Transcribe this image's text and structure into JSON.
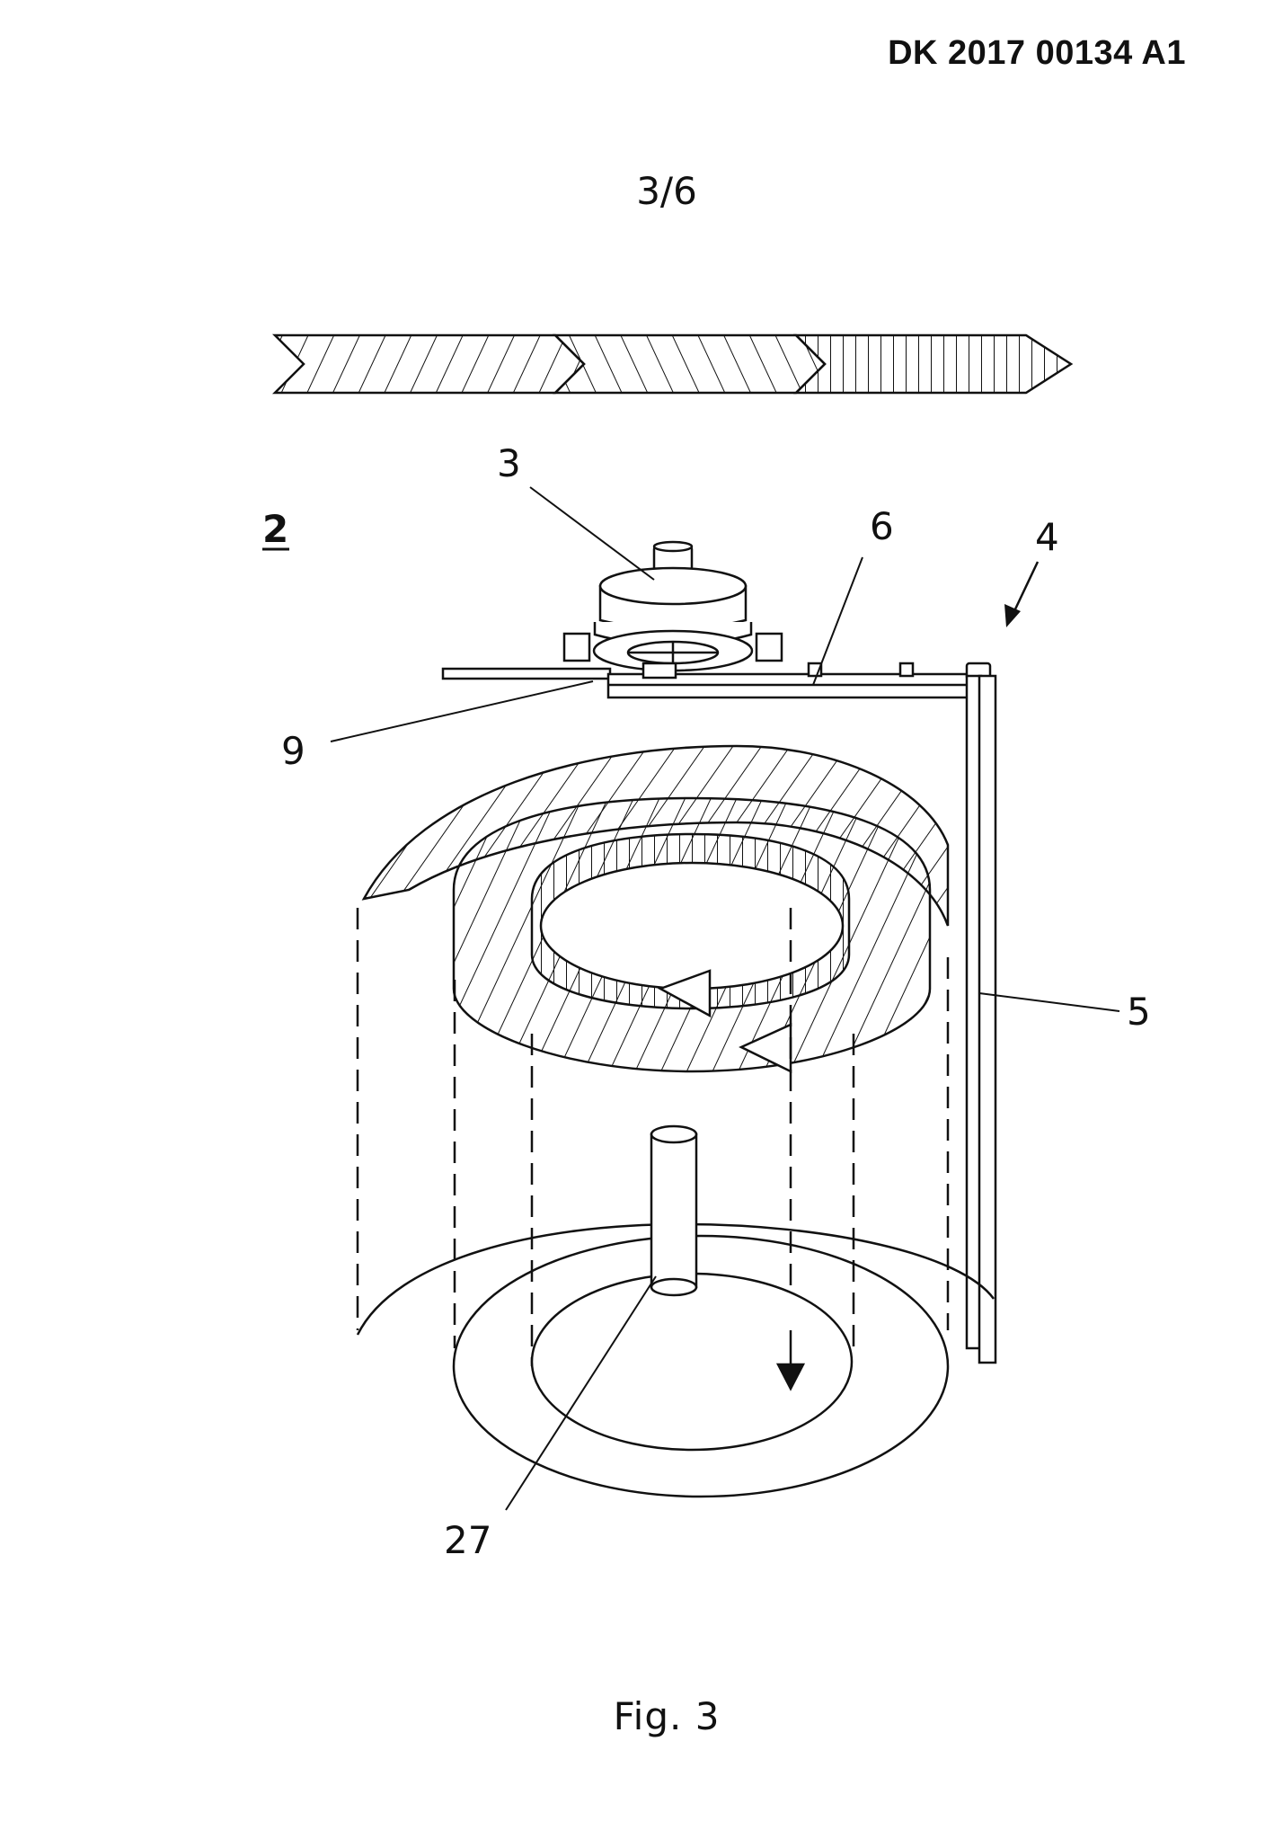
{
  "header": {
    "document_number": "DK 2017 00134 A1",
    "sheet": "3/6"
  },
  "drawing": {
    "figure_reference": "2",
    "labels": {
      "motor": "3",
      "arrow_4": "4",
      "rod": "5",
      "frame": "6",
      "link": "9",
      "spindle": "27"
    }
  },
  "caption": "Fig. 3",
  "colors": {
    "ink": "#111111",
    "paper": "#ffffff"
  }
}
